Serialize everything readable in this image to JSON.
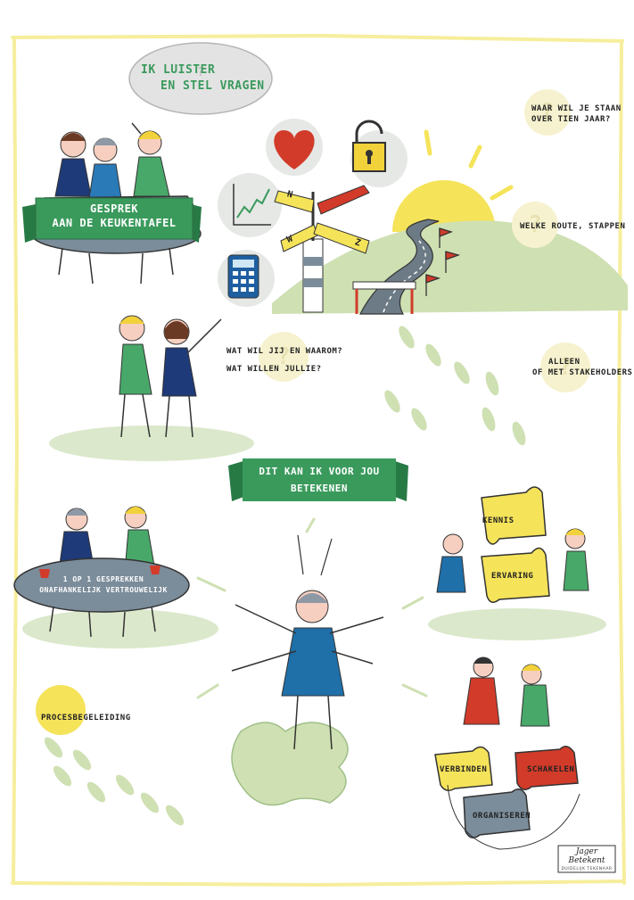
{
  "speech_bubble": {
    "line1": "IK LUISTER",
    "line2": "EN STEL VRAGEN"
  },
  "kitchen_banner": {
    "line1": "GESPREK",
    "line2": "AAN DE KEUKENTAFEL"
  },
  "questions": {
    "future": {
      "line1": "WAAR WIL JE STAAN",
      "line2": "OVER TIEN JAAR?"
    },
    "route": "WELKE ROUTE, STAPPEN",
    "what_why": "WAT WIL JIJ EN WAAROM?",
    "what_you_all": "WAT WILLEN JULLIE?",
    "alone": {
      "line1": "ALLEEN",
      "line2": "OF MET STAKEHOLDERS"
    }
  },
  "signpost": {
    "n": "N",
    "w": "W",
    "z": "Z"
  },
  "center_banner": {
    "line1": "DIT KAN IK VOOR JOU",
    "line2": "BETEKENEN"
  },
  "one_on_one": {
    "line1": "1 OP 1 GESPREKKEN",
    "line2": "ONAFHANKELIJK  VERTROUWELIJK"
  },
  "puzzle_top": {
    "kennis": "KENNIS",
    "ervaring": "ERVARING"
  },
  "procesbegeleiding": "PROCESBEGELEIDING",
  "puzzle_bottom": {
    "verbinden": "VERBINDEN",
    "schakelen": "SCHAKELEN",
    "organiseren": "ORGANISEREN"
  },
  "logo": {
    "name": "Jager Betekent",
    "tagline": "DUIDELIJK TEKENAAR"
  },
  "colors": {
    "green": "#3a9a5c",
    "light_green": "#cfe0b3",
    "yellow": "#f5e35a",
    "blue": "#1f5fa0",
    "navy": "#1e3a78",
    "red": "#d23b2a",
    "slate": "#7b8c9a",
    "frame": "#f6ee9c"
  }
}
